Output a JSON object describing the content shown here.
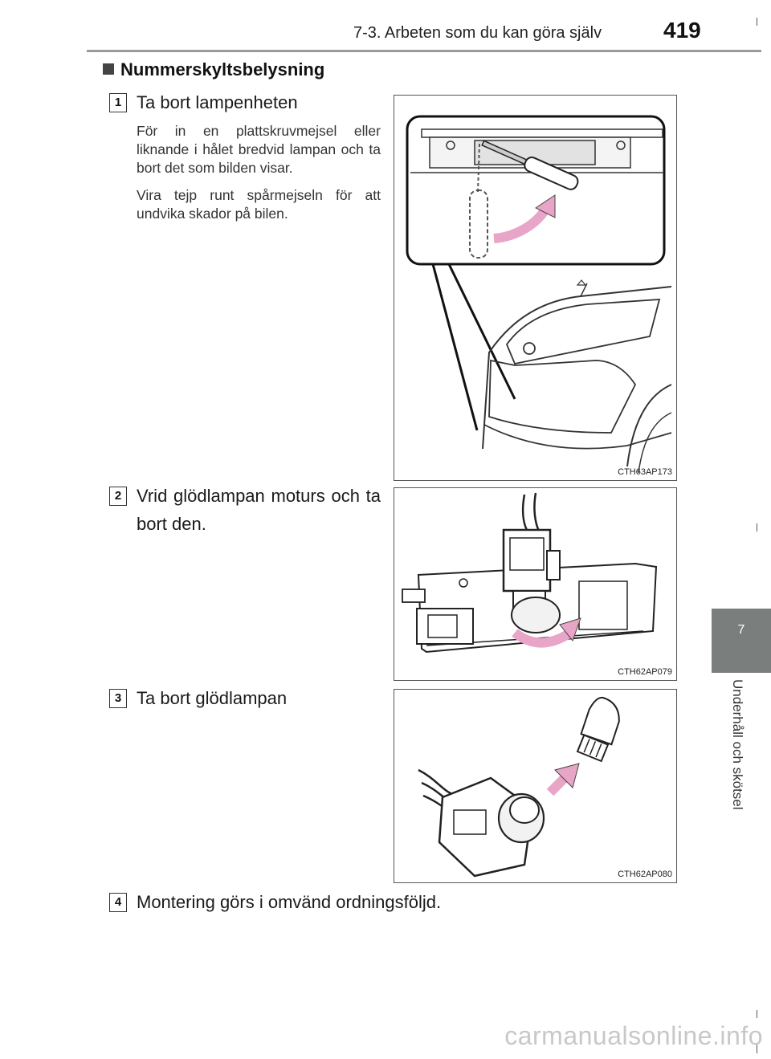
{
  "header": {
    "section_title": "7-3. Arbeten som du kan göra själv",
    "page_number": "419"
  },
  "section": {
    "title": "Nummerskyltsbelysning"
  },
  "steps": [
    {
      "number": "1",
      "title": "Ta bort lampenheten",
      "body1": "För in en plattskruvmejsel eller liknande i hålet bredvid lampan och ta bort det som bilden visar.",
      "body2": "Vira tejp runt spårmejseln för att undvika skador på bilen."
    },
    {
      "number": "2",
      "title": "Vrid glödlampan moturs och ta bort den."
    },
    {
      "number": "3",
      "title": "Ta bort glödlampan"
    },
    {
      "number": "4",
      "title": "Montering görs i omvänd ordningsföljd."
    }
  ],
  "figures": [
    {
      "code": "CTH63AP173"
    },
    {
      "code": "CTH62AP079"
    },
    {
      "code": "CTH62AP080"
    }
  ],
  "side_tab": {
    "chapter": "7",
    "label": "Underhåll och skötsel"
  },
  "colors": {
    "arrow": "#e8a5c8",
    "tab": "#7a7f7d"
  },
  "watermark": "carmanualsonline.info"
}
